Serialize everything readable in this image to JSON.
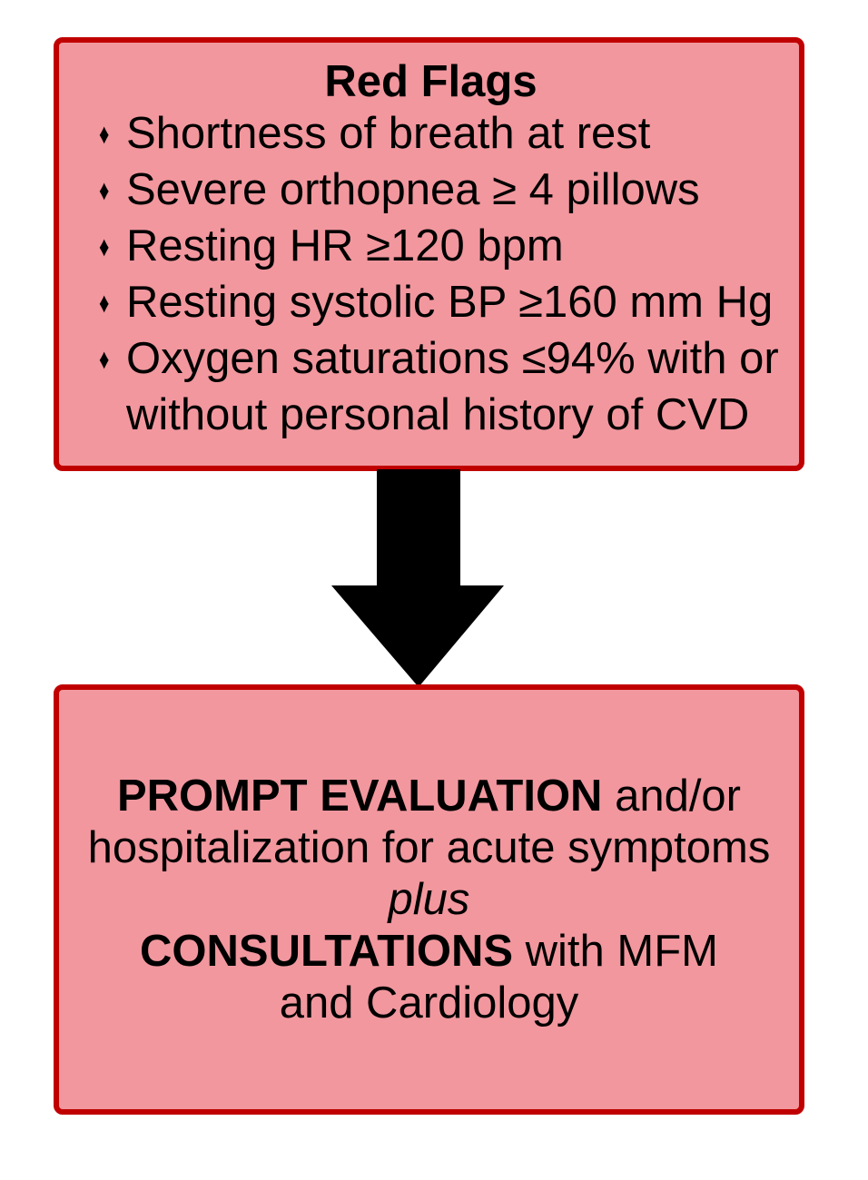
{
  "colors": {
    "page_bg": "#FFFFFF",
    "box_fill": "#F2979E",
    "box_border": "#C00000",
    "arrow_fill": "#000000",
    "text": "#000000"
  },
  "icons": {
    "bullet": "♦"
  },
  "top_box": {
    "title": "Red Flags",
    "items": [
      "Shortness of breath at rest",
      "Severe orthopnea ≥ 4 pillows",
      "Resting HR ≥120 bpm",
      "Resting systolic BP ≥160 mm Hg",
      "Oxygen saturations ≤94% with or without personal history of CVD"
    ]
  },
  "bottom_box": {
    "line1_bold": "PROMPT EVALUATION",
    "line1_rest": " and/or",
    "line2": "hospitalization for acute symptoms",
    "line3_italic": "plus",
    "line4_bold": "CONSULTATIONS",
    "line4_rest": " with MFM",
    "line5": "and Cardiology"
  }
}
